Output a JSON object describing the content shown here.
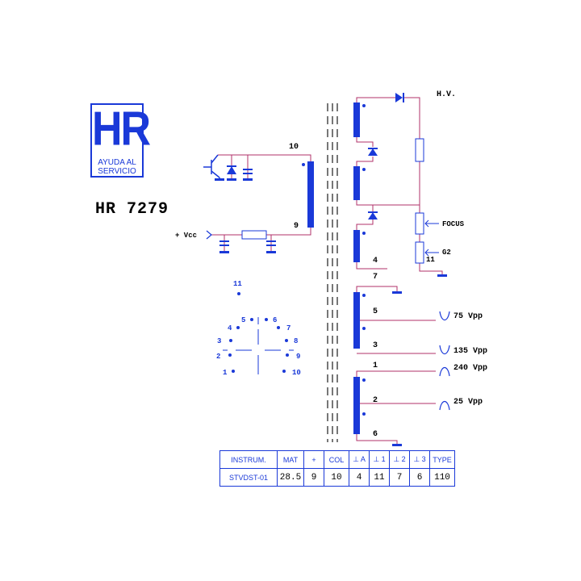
{
  "logo": {
    "mark": "HR",
    "line1": "AYUDA AL",
    "line2": "SERVICIO"
  },
  "model": "HR 7279",
  "labels": {
    "hv": "H.V.",
    "focus": "FOCUS",
    "g2": "G2",
    "vcc": "+ Vcc",
    "pin10": "10",
    "pin9": "9",
    "pin11_top": "11",
    "pin4": "4",
    "pin7": "7",
    "pin5": "5",
    "pin3": "3",
    "pin1": "1",
    "pin2": "2",
    "pin6": "6",
    "pin11_socket": "11"
  },
  "pulses": [
    {
      "value": "75 Vpp"
    },
    {
      "value": "135 Vpp"
    },
    {
      "value": "240 Vpp"
    },
    {
      "value": "25 Vpp"
    }
  ],
  "socket_pins": [
    "1",
    "2",
    "3",
    "4",
    "5",
    "6",
    "7",
    "8",
    "9",
    "10",
    "11"
  ],
  "table": {
    "headers": [
      "INSTRUM.",
      "MAT",
      "+",
      "COL",
      "⊥ A",
      "⊥ 1",
      "⊥ 2",
      "⊥ 3",
      "TYPE"
    ],
    "values": [
      "STVDST-01",
      "28.5",
      "9",
      "10",
      "4",
      "11",
      "7",
      "6",
      "110"
    ]
  },
  "colors": {
    "blue": "#1a39d8",
    "wire": "#b0306a",
    "dark": "#000000"
  }
}
